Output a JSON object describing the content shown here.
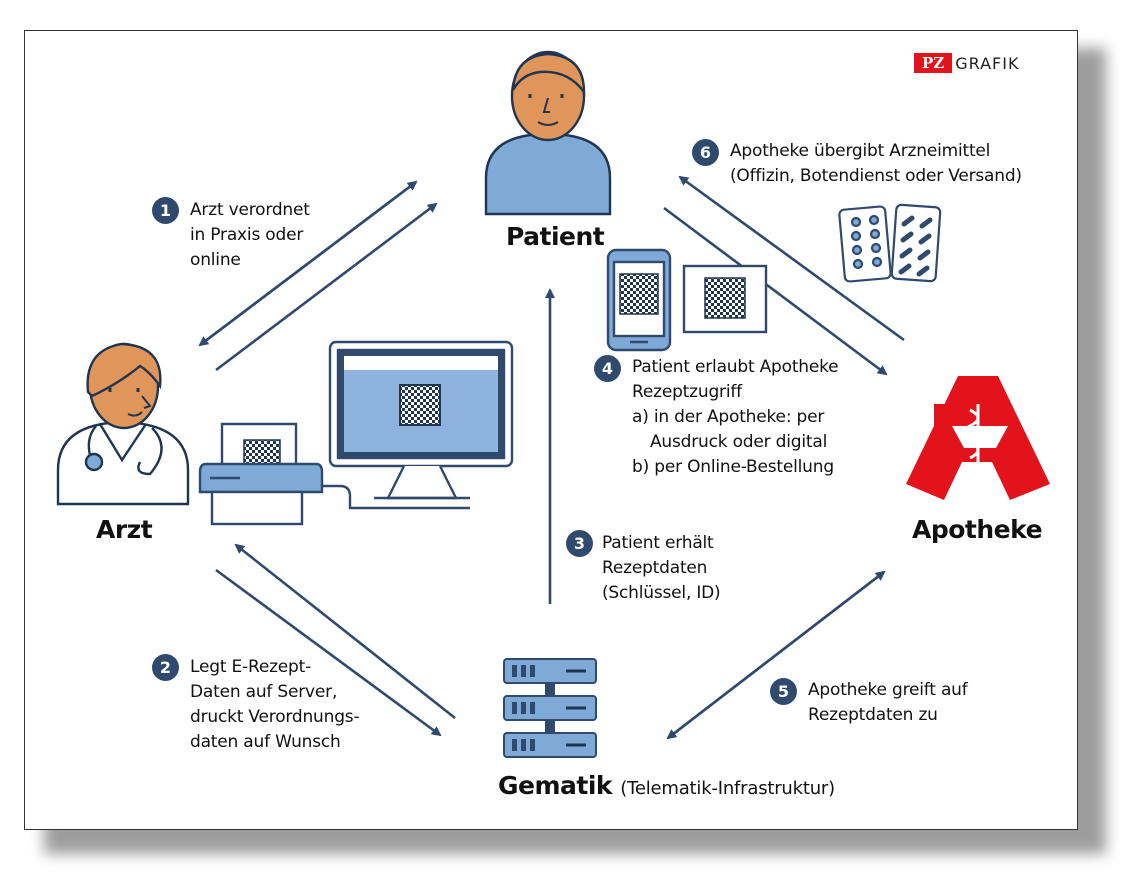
{
  "brand": {
    "pz": "PZ",
    "grafik": "GRAFIK"
  },
  "nodes": {
    "patient": "Patient",
    "arzt": "Arzt",
    "apotheke": "Apotheke",
    "gematik": "Gematik",
    "gematik_sub": "(Telematik-Infrastruktur)"
  },
  "steps": [
    {
      "number": "1",
      "lines": [
        "Arzt verordnet",
        "in Praxis oder",
        "online"
      ]
    },
    {
      "number": "2",
      "lines": [
        "Legt E-Rezept-",
        "Daten auf Server,",
        "druckt Verordnungs-",
        "daten auf Wunsch"
      ]
    },
    {
      "number": "3",
      "lines": [
        "Patient erhält",
        "Rezeptdaten",
        "(Schlüssel, ID)"
      ]
    },
    {
      "number": "4",
      "lines": [
        "Patient erlaubt Apotheke",
        "Rezeptzugriff",
        "a) in der Apotheke: per",
        "Ausdruck oder digital",
        "b) per Online-Bestellung"
      ]
    },
    {
      "number": "5",
      "lines": [
        "Apotheke greift auf",
        "Rezeptdaten zu"
      ]
    },
    {
      "number": "6",
      "lines": [
        "Apotheke übergibt Arzneimittel",
        "(Offizin, Botendienst oder Versand)"
      ]
    }
  ],
  "colors": {
    "arrow": "#2f4a6d",
    "badge": "#2f4a6d",
    "skin": "#e0965a",
    "shirt": "#7fa9d6",
    "apotheke_red": "#e3131b",
    "screen_blue": "#8fb3df"
  }
}
